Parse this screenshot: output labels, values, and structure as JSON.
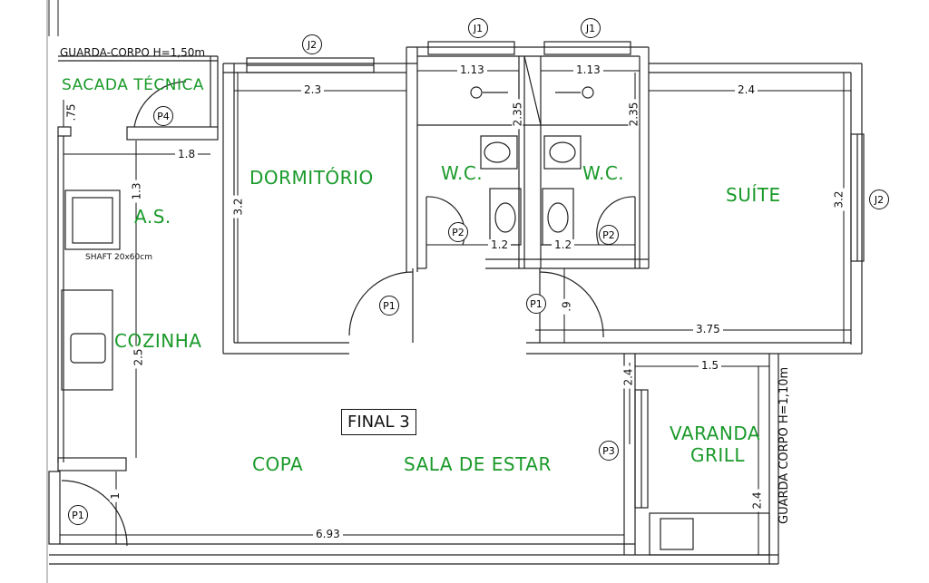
{
  "title": "FINAL 3",
  "rooms": {
    "sacada": "SACADA TÉCNICA",
    "dormitorio": "DORMITÓRIO",
    "wc1": "W.C.",
    "wc2": "W.C.",
    "suite": "SUÍTE",
    "as": "A.S.",
    "cozinha": "COZINHA",
    "copa": "COPA",
    "sala": "SALA DE ESTAR",
    "varanda1": "VARANDA",
    "varanda2": "GRILL"
  },
  "notes": {
    "guarda_top": "GUARDA-CORPO H=1,50m",
    "guarda_side": "GUARDA CORPO H=1,10m",
    "shaft": "SHAFT 20x60cm"
  },
  "dimensions": {
    "d_113a": "1.13",
    "d_113b": "1.13",
    "d_23": "2.3",
    "d_24top": "2.4",
    "d_075": ".75",
    "d_18": "1.8",
    "d_235a": "2.35",
    "d_235b": "2.35",
    "d_13": "1.3",
    "d_32a": "3.2",
    "d_32b": "3.2",
    "d_12a": "1.2",
    "d_12b": "1.2",
    "d_09": ".9",
    "d_375": "3.75",
    "d_25": "2.5",
    "d_24mid": "2.4",
    "d_15": "1.5",
    "d_1": "1",
    "d_693": "6.93",
    "d_24bot": "2.4"
  },
  "tags": {
    "j2_top": "J2",
    "j1a": "J1",
    "j1b": "J1",
    "j2_right": "J2",
    "p4": "P4",
    "p2a": "P2",
    "p2b": "P2",
    "p1a": "P1",
    "p1b": "P1",
    "p3": "P3",
    "p1c": "P1"
  }
}
